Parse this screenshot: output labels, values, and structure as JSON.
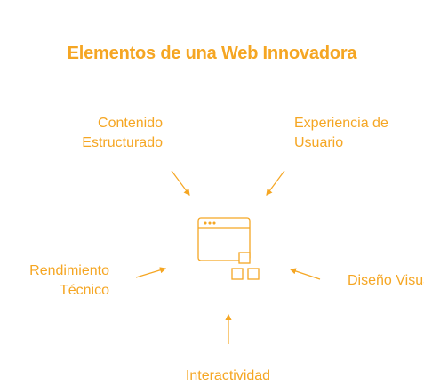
{
  "title": "Elementos de una Web Innovadora",
  "colors": {
    "accent": "#f5a623"
  },
  "center_icon": "web-layout-icon",
  "nodes": {
    "contenido": {
      "line1": "Contenido",
      "line2": "Estructurado"
    },
    "experiencia": {
      "line1": "Experiencia de",
      "line2": "Usuario"
    },
    "rendimiento": {
      "line1": "Rendimiento",
      "line2": "Técnico"
    },
    "diseno": {
      "line1": "Diseño Visual"
    },
    "interactividad": {
      "line1": "Interactividad"
    }
  }
}
